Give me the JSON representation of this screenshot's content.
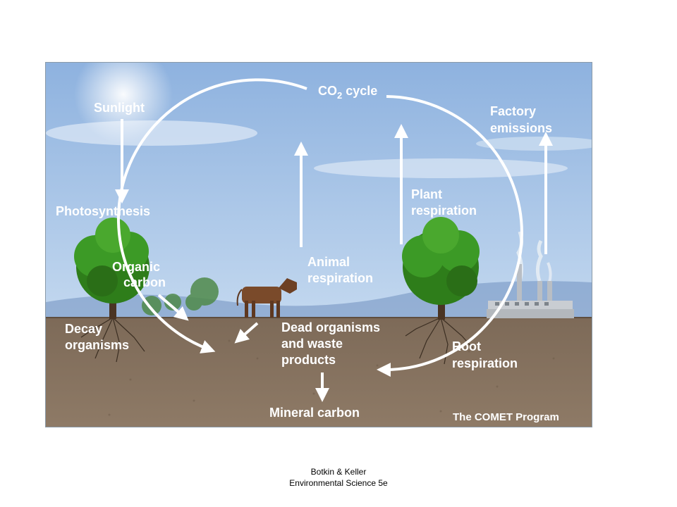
{
  "diagram": {
    "title": {
      "main": "CO",
      "sub": "2",
      "rest": " cycle"
    },
    "labels": {
      "sunlight": "Sunlight",
      "photosynthesis": "Photosynthesis",
      "organic_carbon": [
        "Organic",
        "carbon"
      ],
      "decay_organisms": [
        "Decay",
        "organisms"
      ],
      "animal_respiration": [
        "Animal",
        "respiration"
      ],
      "plant_respiration": [
        "Plant",
        "respiration"
      ],
      "factory_emissions": [
        "Factory",
        "emissions"
      ],
      "dead_organisms": [
        "Dead organisms",
        "and waste",
        "products"
      ],
      "root_respiration": [
        "Root",
        "respiration"
      ],
      "mineral_carbon": "Mineral carbon"
    },
    "credit": "The COMET Program",
    "colors": {
      "sky_top": "#8fb3e0",
      "sky_bottom": "#bcd4ef",
      "soil": "#8a7562",
      "tree_leaves": "#2f8a1c",
      "cow": "#7a4a2a",
      "arrow": "#ffffff"
    }
  },
  "caption": {
    "line1": "Botkin & Keller",
    "line2": "Environmental Science 5e"
  }
}
